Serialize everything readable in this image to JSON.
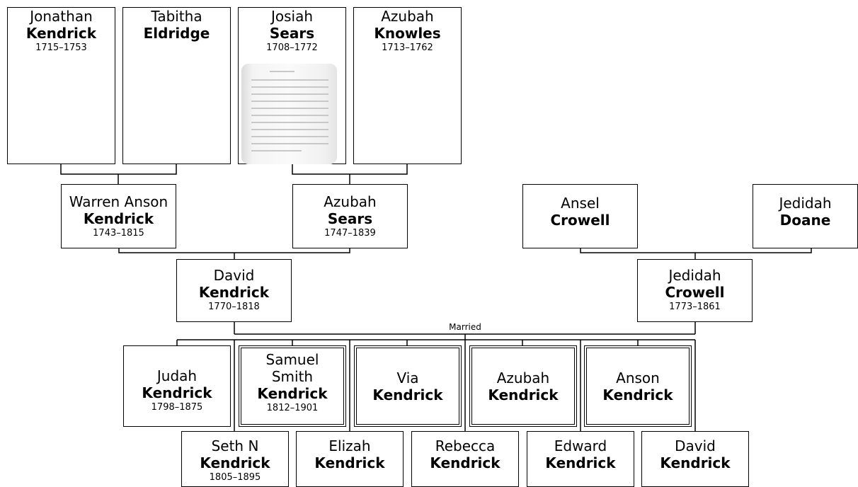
{
  "people": {
    "jonathan": {
      "given": "Jonathan",
      "surname": "Kendrick",
      "dates": "1715–1753"
    },
    "tabitha": {
      "given": "Tabitha",
      "surname": "Eldridge",
      "dates": ""
    },
    "josiah": {
      "given": "Josiah",
      "surname": "Sears",
      "dates": "1708–1772"
    },
    "azubah_k": {
      "given": "Azubah",
      "surname": "Knowles",
      "dates": "1713–1762"
    },
    "warren": {
      "given": "Warren Anson",
      "surname": "Kendrick",
      "dates": "1743–1815"
    },
    "azubah_s": {
      "given": "Azubah",
      "surname": "Sears",
      "dates": "1747–1839"
    },
    "ansel": {
      "given": "Ansel",
      "surname": "Crowell",
      "dates": ""
    },
    "jedidah_d": {
      "given": "Jedidah",
      "surname": "Doane",
      "dates": ""
    },
    "david_k": {
      "given": "David",
      "surname": "Kendrick",
      "dates": "1770–1818"
    },
    "jedidah_c": {
      "given": "Jedidah",
      "surname": "Crowell",
      "dates": "1773–1861"
    },
    "judah": {
      "given": "Judah",
      "surname": "Kendrick",
      "dates": "1798–1875"
    },
    "samuel": {
      "given": "Samuel Smith",
      "surname": "Kendrick",
      "dates": "1812–1901"
    },
    "via": {
      "given": "Via",
      "surname": "Kendrick",
      "dates": ""
    },
    "azubah_kend": {
      "given": "Azubah",
      "surname": "Kendrick",
      "dates": ""
    },
    "anson": {
      "given": "Anson",
      "surname": "Kendrick",
      "dates": ""
    },
    "seth": {
      "given": "Seth N",
      "surname": "Kendrick",
      "dates": "1805–1895"
    },
    "elizah": {
      "given": "Elizah",
      "surname": "Kendrick",
      "dates": ""
    },
    "rebecca": {
      "given": "Rebecca",
      "surname": "Kendrick",
      "dates": ""
    },
    "edward": {
      "given": "Edward",
      "surname": "Kendrick",
      "dates": ""
    },
    "david_jr": {
      "given": "David",
      "surname": "Kendrick",
      "dates": ""
    }
  },
  "relationship_label": "Married"
}
